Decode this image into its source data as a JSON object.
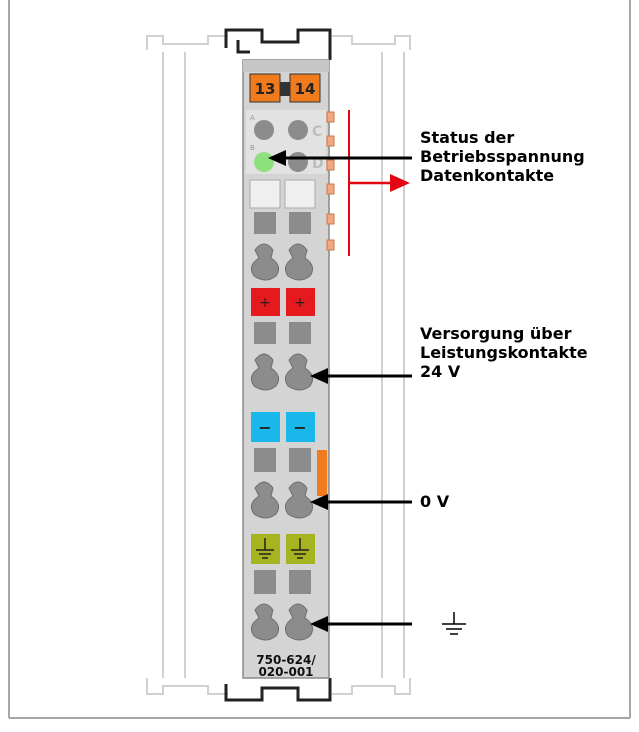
{
  "module": {
    "terminal_numbers": [
      "13",
      "14"
    ],
    "contact_letters": [
      "A",
      "B",
      "C",
      "D"
    ],
    "plus_symbol": "+",
    "minus_symbol": "−",
    "part_number_line1": "750-624/",
    "part_number_line2": "020-001"
  },
  "annotations": {
    "status_line1": "Status der",
    "status_line2": "Betriebsspannung",
    "data_contacts": "Datenkontakte",
    "supply_line1": "Versorgung über",
    "supply_line2": "Leistungskontakte",
    "supply_voltage": "24 V",
    "zero_volt": "0 V",
    "ground_symbol": "ground-symbol-icon"
  },
  "colors": {
    "frame": "#a6a6a6",
    "module_body": "#d4d4d4",
    "terminal_orange": "#f07b1d",
    "led_green": "#8ee07f",
    "plus_red": "#e6191e",
    "minus_blue": "#1ab7ea",
    "ground_yellow": "#a6b41f",
    "arrow_red": "#e30613",
    "contact_orange": "#f3a77d"
  }
}
